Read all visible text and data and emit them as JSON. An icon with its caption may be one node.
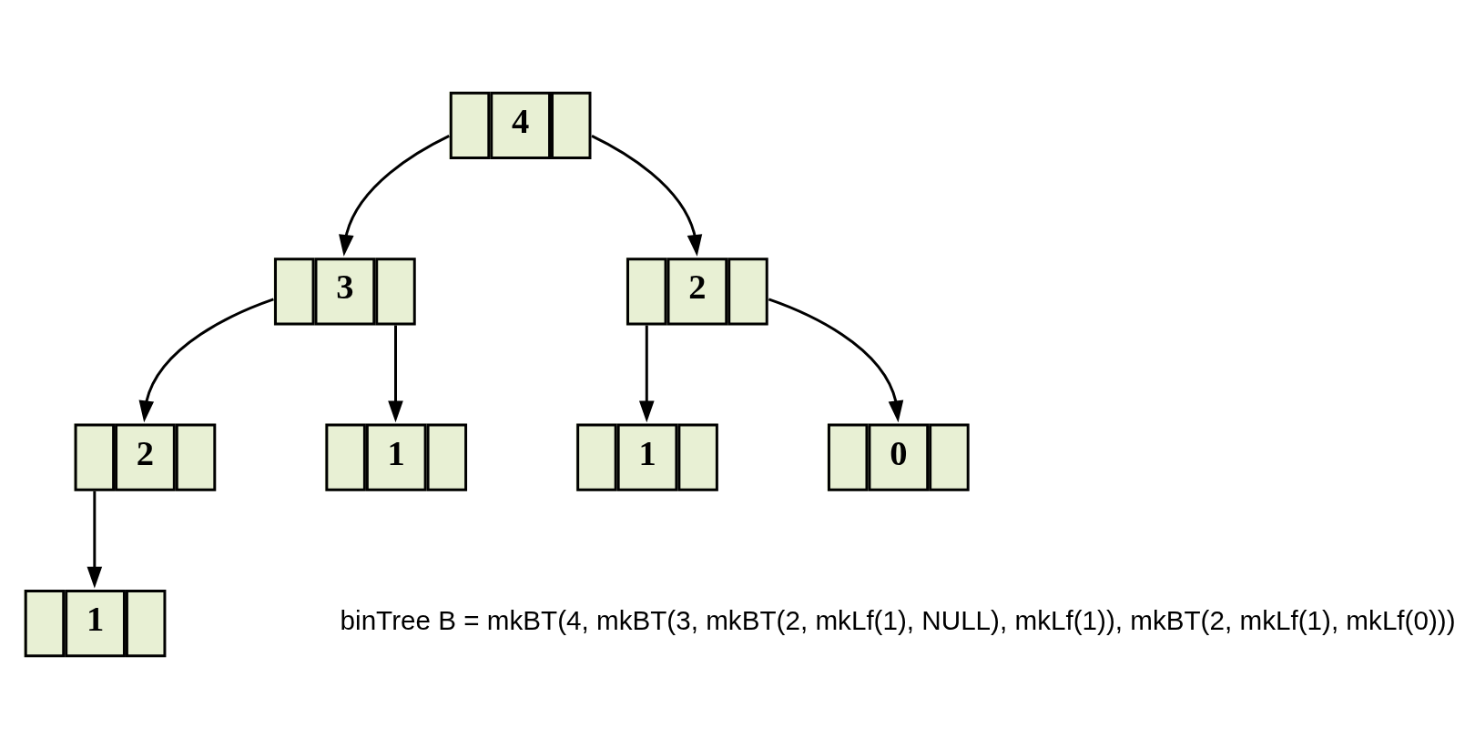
{
  "diagram": {
    "nodes": [
      {
        "text": [
          "4"
        ]
      },
      {
        "text": [
          "3"
        ]
      },
      {
        "text": [
          "2"
        ]
      },
      {
        "text": [
          "2"
        ]
      },
      {
        "text": [
          "1"
        ]
      },
      {
        "text": [
          "1"
        ]
      },
      {
        "text": [
          "0"
        ]
      },
      {
        "text": [
          "1"
        ]
      }
    ],
    "edges": [
      {
        "from": 0,
        "to": 1,
        "arrow": "to"
      },
      {
        "from": 0,
        "to": 2,
        "arrow": "to"
      },
      {
        "from": 1,
        "to": 3,
        "arrow": "to"
      },
      {
        "from": 1,
        "to": 4,
        "arrow": "to"
      },
      {
        "from": 2,
        "to": 5,
        "arrow": "to"
      },
      {
        "from": 2,
        "to": 6,
        "arrow": "to"
      },
      {
        "from": 3,
        "to": 7,
        "arrow": "to"
      }
    ],
    "labels": [
      "binTree B = mkBT(4, mkBT(3, mkBT(2, mkLf(1), NULL), mkLf(1)), mkBT(2, mkLf(1), mkLf(0)))"
    ]
  }
}
